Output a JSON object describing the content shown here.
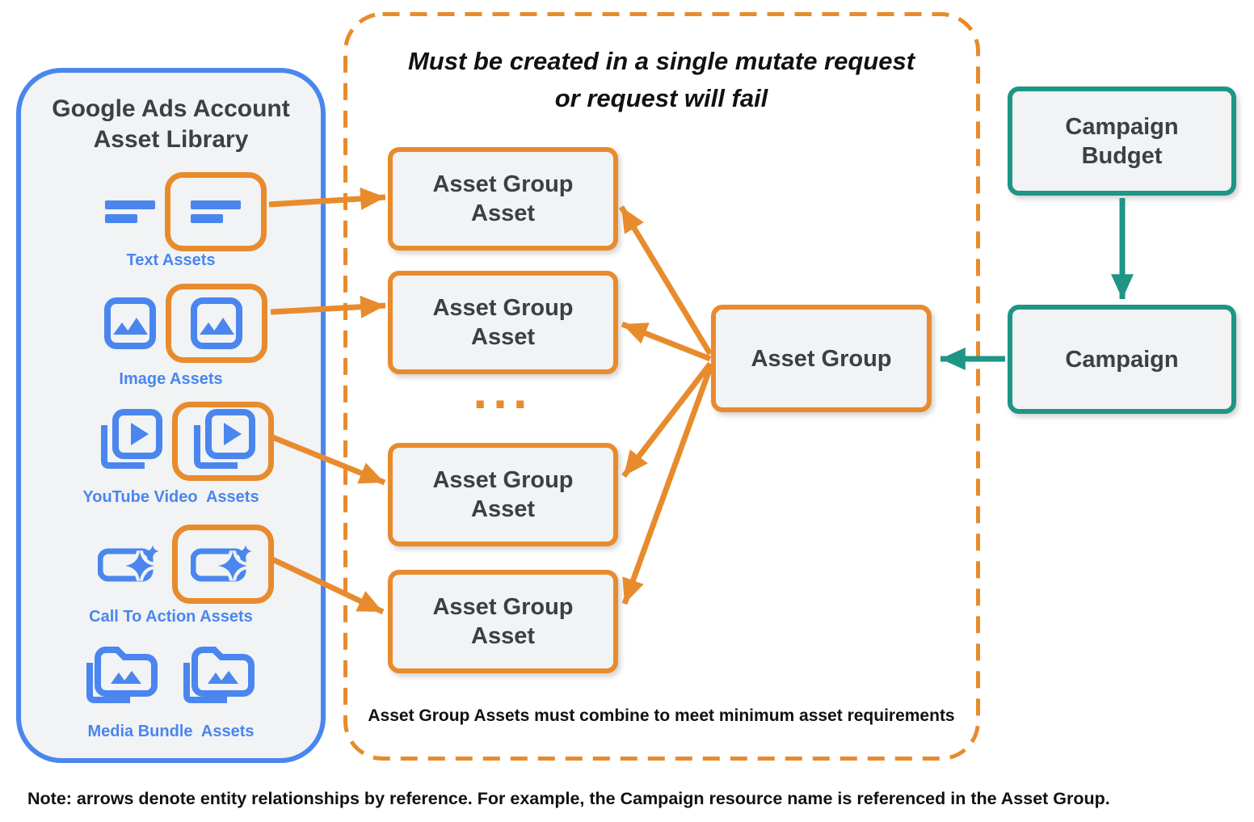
{
  "colors": {
    "orange": "#E88B2D",
    "blue": "#4A86EE",
    "teal": "#1E9586",
    "ink": "#3C4043",
    "black": "#111111",
    "box-fill": "#F1F3F4",
    "panel-fill": "#F1F3F4",
    "bg": "#FFFFFF"
  },
  "library": {
    "title_line1": "Google Ads Account",
    "title_line2": "Asset Library",
    "items": [
      {
        "label": "Text Assets",
        "icon": "text-asset-icon"
      },
      {
        "label": "Image Assets",
        "icon": "image-asset-icon"
      },
      {
        "label": "YouTube Video  Assets",
        "icon": "youtube-video-asset-icon"
      },
      {
        "label": "Call To Action Assets",
        "icon": "call-to-action-asset-icon"
      },
      {
        "label": "Media Bundle  Assets",
        "icon": "media-bundle-asset-icon"
      }
    ]
  },
  "mutate_group": {
    "title_line1": "Must be created in a single mutate request",
    "title_line2": "or request will fail",
    "boxes": [
      {
        "line1": "Asset Group",
        "line2": "Asset"
      },
      {
        "line1": "Asset Group",
        "line2": "Asset"
      },
      {
        "line1": "Asset Group",
        "line2": "Asset"
      },
      {
        "line1": "Asset Group",
        "line2": "Asset"
      }
    ],
    "ellipsis": "...",
    "footnote": "Asset Group Assets must combine to meet minimum asset requirements"
  },
  "asset_group": {
    "label": "Asset Group"
  },
  "campaign_budget": {
    "line1": "Campaign",
    "line2": "Budget"
  },
  "campaign": {
    "label": "Campaign"
  },
  "note": "Note: arrows denote entity relationships by reference. For example, the Campaign resource name is referenced in the Asset Group."
}
